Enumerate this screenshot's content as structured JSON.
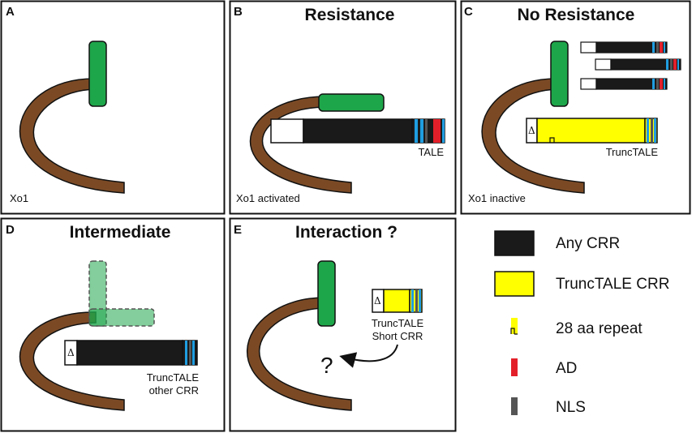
{
  "panels": {
    "a": {
      "letter": "A",
      "caption": "Xo1"
    },
    "b": {
      "letter": "B",
      "title": "Resistance",
      "caption": "Xo1 activated",
      "tale_label": "TALE"
    },
    "c": {
      "letter": "C",
      "title": "No Resistance",
      "caption": "Xo1 inactive",
      "tale_label": "TruncTALE",
      "delta": "Δ"
    },
    "d": {
      "letter": "D",
      "title": "Intermediate",
      "tale_label_1": "TruncTALE",
      "tale_label_2": "other CRR",
      "delta": "Δ"
    },
    "e": {
      "letter": "E",
      "title": "Interaction ?",
      "tale_label_1": "TruncTALE",
      "tale_label_2": "Short CRR",
      "delta": "Δ",
      "question": "?"
    }
  },
  "legend": {
    "items": [
      {
        "label": "Any CRR",
        "color": "#1a1a1a"
      },
      {
        "label": "TruncTALE CRR",
        "color": "#ffff00"
      },
      {
        "label": "28 aa repeat",
        "color": "#ffff00"
      },
      {
        "label": "AD",
        "color": "#e3202a"
      },
      {
        "label": "NLS",
        "color": "#555555"
      }
    ]
  },
  "colors": {
    "xo1_stem": "#7b4a25",
    "xo1_head": "#1ea64a",
    "crr_black": "#1a1a1a",
    "trunc_yellow": "#ffff00",
    "nls_blue": "#1f9de0",
    "ad_red": "#e3202a"
  }
}
